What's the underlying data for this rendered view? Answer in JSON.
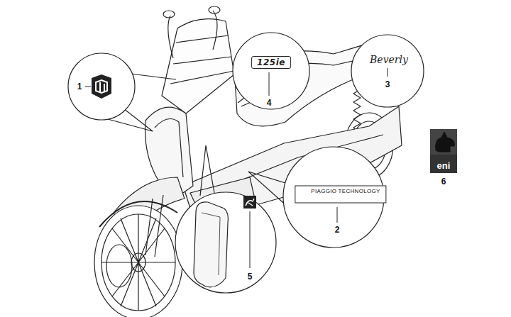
{
  "diagram": {
    "nodes": [
      {
        "text": [
          "1"
        ]
      },
      {
        "text": [
          "125ie",
          "4"
        ]
      },
      {
        "text": [
          "Beverly",
          "3"
        ]
      },
      {
        "text": [
          "PIAGGIO TECHNOLOGY",
          "2"
        ]
      },
      {
        "text": [
          "5"
        ]
      }
    ],
    "labels": [
      "eni",
      "6"
    ]
  }
}
